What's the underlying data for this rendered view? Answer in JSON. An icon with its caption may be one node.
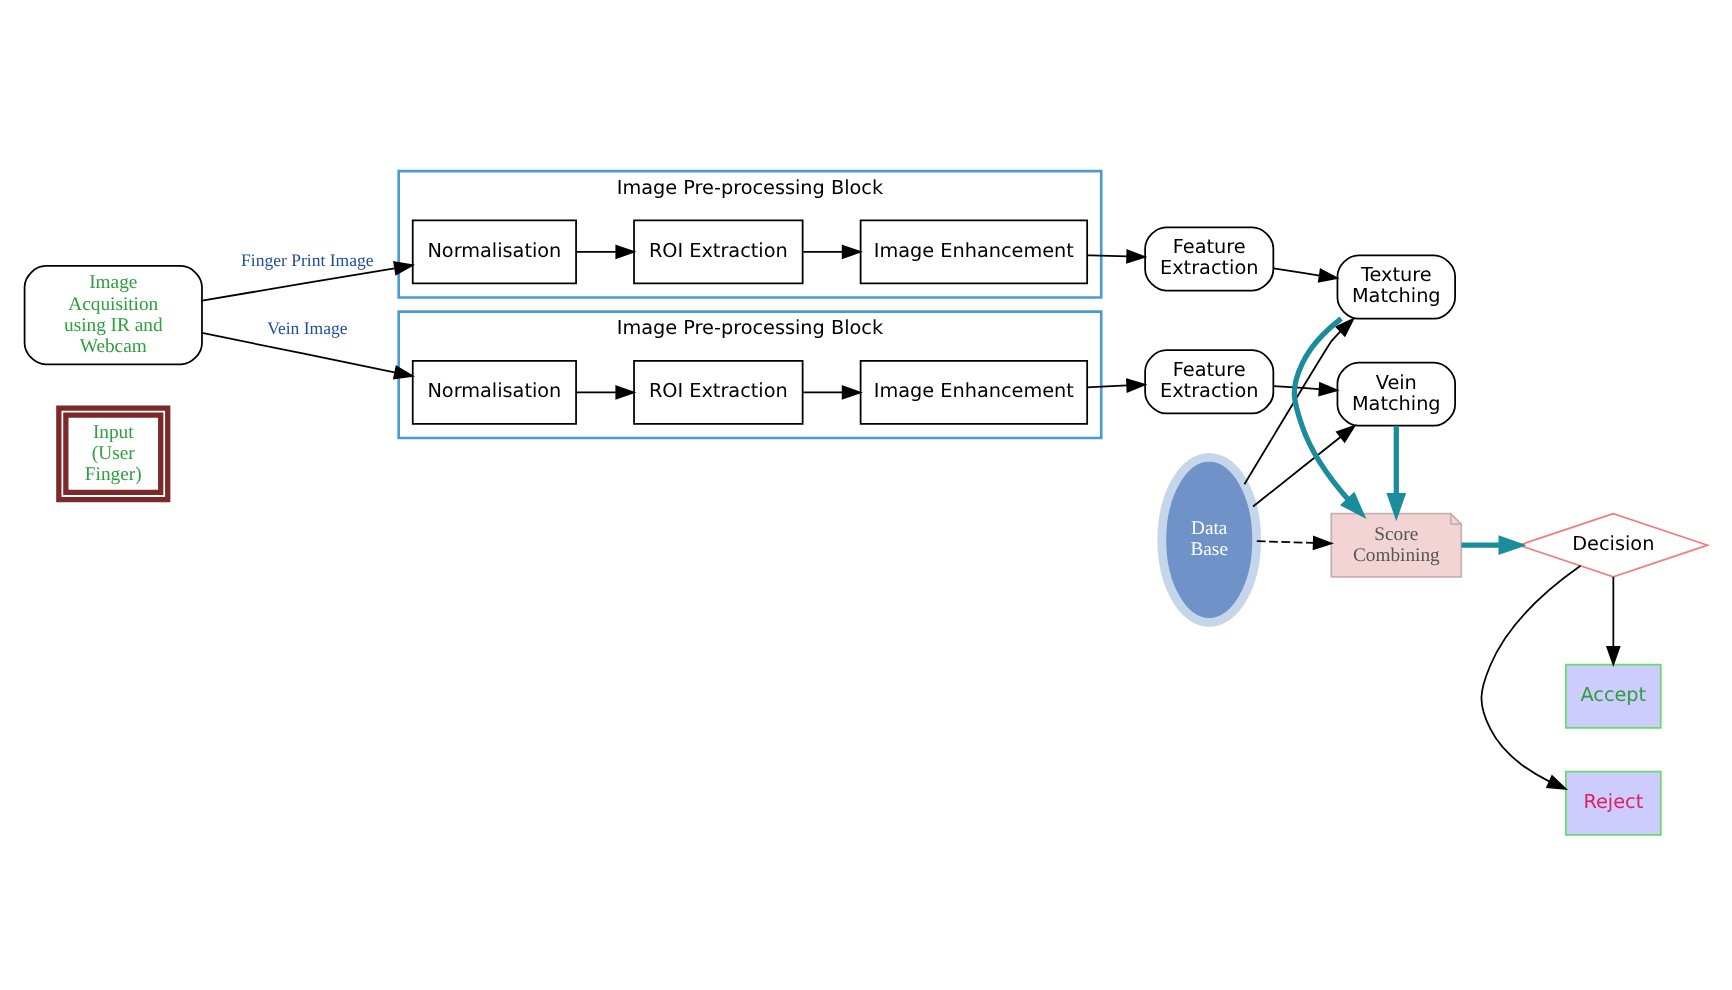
{
  "diagram": {
    "nodes": [
      {
        "text": [
          "Input (User Finger)"
        ]
      },
      {
        "text": [
          "Image Acquisition using IR and Webcam"
        ]
      },
      {
        "text": [
          "Image Pre-processing Block"
        ]
      },
      {
        "text": [
          "Normalisation"
        ],
        "in": 2
      },
      {
        "text": [
          "Image Enhancement"
        ],
        "in": 2
      },
      {
        "text": [
          "ROI Extraction"
        ],
        "in": 2
      },
      {
        "text": [
          "Feature Extraction"
        ]
      },
      {
        "text": [
          "Vein Matching"
        ]
      },
      {
        "text": [
          "Data Base"
        ]
      },
      {
        "text": [
          "Score Combining"
        ]
      },
      {
        "text": [
          "Decision"
        ]
      },
      {
        "text": [
          "Accept"
        ]
      },
      {
        "text": [
          "Reject"
        ]
      },
      {
        "text": [
          "Texture Matching"
        ]
      },
      {
        "text": [
          "Image Pre-processing Block"
        ]
      },
      {
        "text": [
          "ROI Extraction"
        ],
        "in": 14
      },
      {
        "text": [
          "Normalisation"
        ],
        "in": 14
      },
      {
        "text": [
          "Image Enhancement"
        ],
        "in": 14
      },
      {
        "text": [
          "Feature Extraction"
        ]
      }
    ],
    "edges": [
      {
        "from": 1,
        "to": 3,
        "arrow": "to",
        "label": "Vein Image"
      },
      {
        "from": 3,
        "to": 5,
        "arrow": "to"
      },
      {
        "from": 5,
        "to": 4,
        "arrow": "to"
      },
      {
        "from": 4,
        "to": 6,
        "arrow": "to"
      },
      {
        "from": 6,
        "to": 7,
        "arrow": "to"
      },
      {
        "from": 8,
        "to": 7,
        "arrow": "to"
      },
      {
        "from": 8,
        "to": 13,
        "arrow": "to"
      },
      {
        "from": 8,
        "to": 9,
        "arrow": "to",
        "style": "dashed"
      },
      {
        "from": 7,
        "to": 9,
        "arrow": "to",
        "style": "thick",
        "color": "#1a8c9c"
      },
      {
        "from": 13,
        "to": 9,
        "arrow": "to",
        "style": "thick",
        "color": "#1a8c9c"
      },
      {
        "from": 9,
        "to": 10,
        "arrow": "to",
        "style": "thick",
        "color": "#1a8c9c"
      },
      {
        "from": 10,
        "to": 11,
        "arrow": "to"
      },
      {
        "from": 10,
        "to": 12,
        "arrow": "to"
      },
      {
        "from": 1,
        "to": 16,
        "arrow": "to",
        "label": "Finger Print Image"
      },
      {
        "from": 16,
        "to": 15,
        "arrow": "to"
      },
      {
        "from": 15,
        "to": 17,
        "arrow": "to"
      },
      {
        "from": 17,
        "to": 18,
        "arrow": "to"
      },
      {
        "from": 18,
        "to": 13,
        "arrow": "to"
      }
    ]
  }
}
